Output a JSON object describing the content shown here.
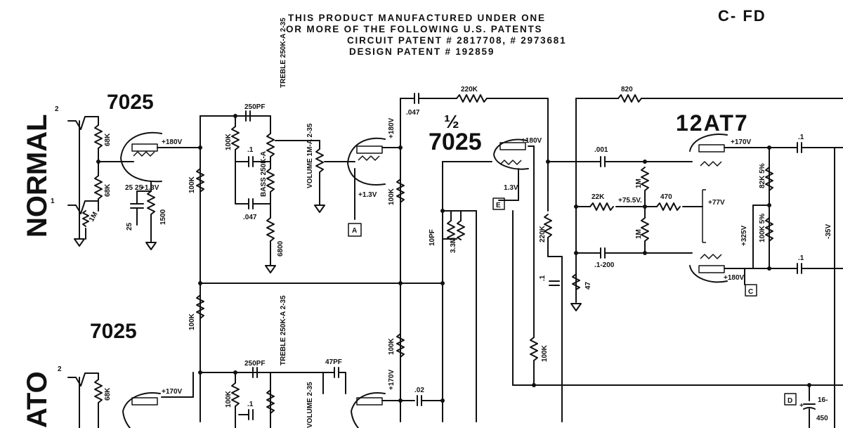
{
  "header": {
    "line1": "THIS PRODUCT MANUFACTURED UNDER ONE",
    "line2": "OR MORE OF THE  FOLLOWING   U.S. PATENTS",
    "line3": "CIRCUIT  PATENT  # 2817708, # 2973681",
    "line4": "DESIGN  PATENT  # 192859",
    "code": "C- FD"
  },
  "channels": {
    "normal": "NORMAL",
    "vibrato": "ATO"
  },
  "tubes": {
    "v1": "7025",
    "v2": "7025",
    "half": "½",
    "v3": "7025",
    "v4": "12AT7"
  },
  "inputs": {
    "n2": "2",
    "n1": "1",
    "v2": "2"
  },
  "labels": {
    "r68k_a": "68K",
    "r68k_b": "68K",
    "r1m_in": "1M",
    "c25_25": "25 25",
    "v13": "+1.3V",
    "r1500": "1500",
    "c25": "25",
    "v180_a": "+180V",
    "r100k_plate": "100K",
    "c250pf": "250PF",
    "treble": "TREBLE 250K-A 2-35",
    "r100k_tone": "100K",
    "c_1": ".1",
    "bass": "BASS 250K-A",
    "c047": ".047",
    "r6800": "6800",
    "volume": "VOLUME 1M-A 2-35",
    "v13_b": "+1.3V",
    "marker_a": "A",
    "v180_b": "+180V",
    "r100k_b": "100K",
    "c047_b": ".047",
    "r220k_top": "220K",
    "v180_c": "+180V",
    "v13_c": "1.3V.",
    "marker_e": "E",
    "c10pf": "10PF",
    "r33m": "3.3M",
    "r220k_mid": "220K",
    "c_1_b": ".1",
    "r100k_low": "100K",
    "r820": "820",
    "c001": ".001",
    "r1m_a": "1M",
    "r22k": "22K",
    "v755": "+75.5V.",
    "r470": "470",
    "v77": "+77V",
    "r1m_b": "1M",
    "c1_200": ".1-200",
    "r47": "47",
    "v170": "+170V",
    "r82k": "82K 5%",
    "r100k_5": "100K 5%",
    "v325": "+325V",
    "v_35": "-35V",
    "c_1_c": ".1",
    "c_1_d": ".1",
    "v180_d": "+180V.",
    "marker_c": "C",
    "r100k_vib": "100K",
    "c250pf_b": "250PF",
    "treble_b": "TREBLE 250K-A 2-35",
    "c47pf": "47PF",
    "r100k_vib_b": "100K",
    "c_1_e": ".1",
    "volume_b": "VOLUME 2-35",
    "v170_b": "+170V",
    "r100k_vp": "100K",
    "c02": ".02",
    "v170_c": "+170V",
    "r68k_c": "68K",
    "marker_d": "D",
    "c16": "16-",
    "c450": "450"
  }
}
